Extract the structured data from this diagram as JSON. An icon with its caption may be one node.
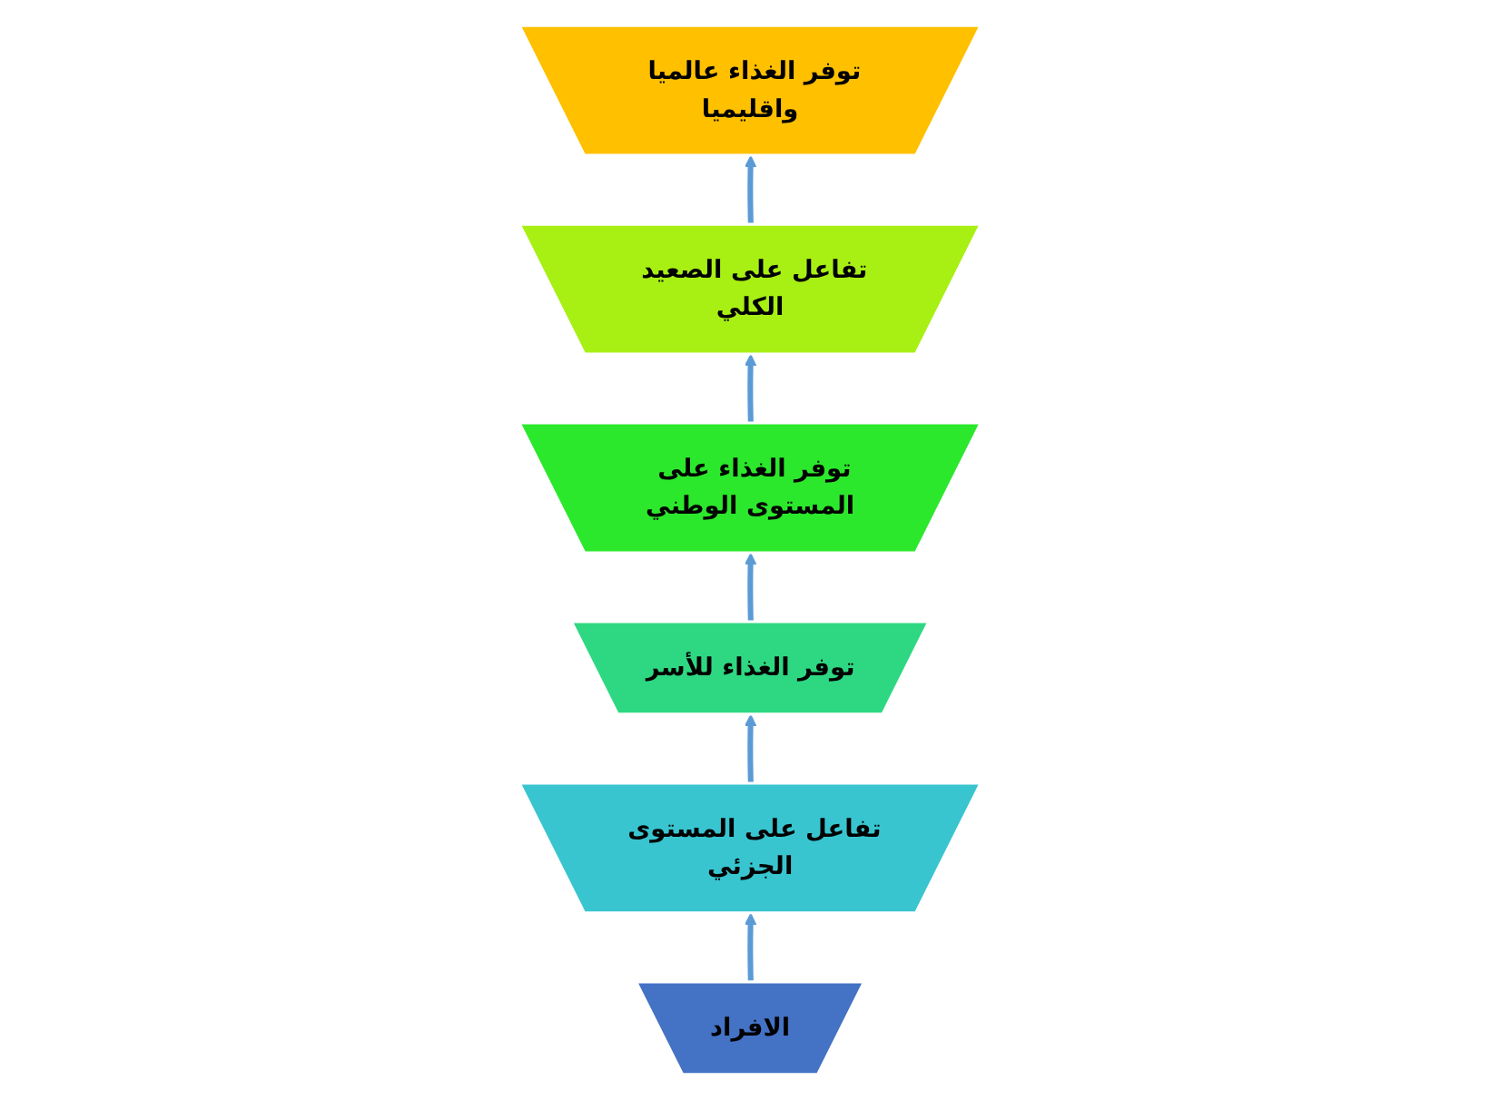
{
  "diagram": {
    "nodes": [
      {
        "text": [
          "توفر الغذاء عالميا واقليميا"
        ]
      },
      {
        "text": [
          "تفاعل على الصعيد الكلي"
        ]
      },
      {
        "text": [
          "توفر الغذاء على المستوى الوطني"
        ]
      },
      {
        "text": [
          "توفر الغذاء للأسر"
        ]
      },
      {
        "text": [
          "تفاعل على المستوى الجزئي"
        ]
      },
      {
        "text": [
          "الافراد"
        ]
      }
    ],
    "edges": [
      {
        "from": 1,
        "to": 0,
        "arrow": "to"
      },
      {
        "from": 2,
        "to": 1,
        "arrow": "to"
      },
      {
        "from": 3,
        "to": 2,
        "arrow": "to"
      },
      {
        "from": 4,
        "to": 3,
        "arrow": "to"
      },
      {
        "from": 5,
        "to": 4,
        "arrow": "to"
      }
    ]
  }
}
